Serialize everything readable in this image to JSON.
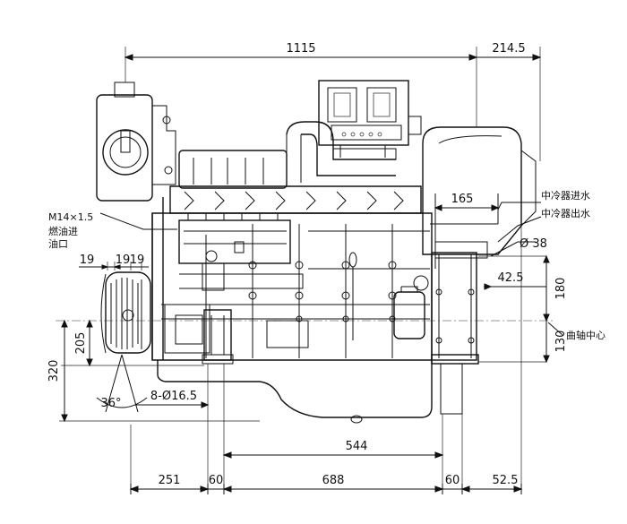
{
  "dimensions": {
    "overall_length": "1115",
    "rear_overhang": "214.5",
    "cooler_width": "165",
    "pipe_diameter": "Ø 38",
    "pipe_offset": "42.5",
    "height_above_crank": "180",
    "height_below_crank": "130",
    "crank_height_320": "320",
    "crank_height_205": "205",
    "pulley_gap_19a": "19",
    "pulley_gap_19b": "19",
    "pulley_gap_19c": "19",
    "pulley_angle": "36°",
    "mount_holes": "8-Ø16.5",
    "mount_span": "544",
    "bottom_251": "251",
    "bottom_60a": "60",
    "bottom_688": "688",
    "bottom_60b": "60",
    "bottom_52_5": "52.5"
  },
  "labels": {
    "fuel_port_thread": "M14×1.5",
    "fuel_port_line1": "燃油进",
    "fuel_port_line2": "油口",
    "cooler_water_in": "中冷器进水",
    "cooler_water_out": "中冷器出水",
    "crankshaft_center": "曲轴中心"
  }
}
